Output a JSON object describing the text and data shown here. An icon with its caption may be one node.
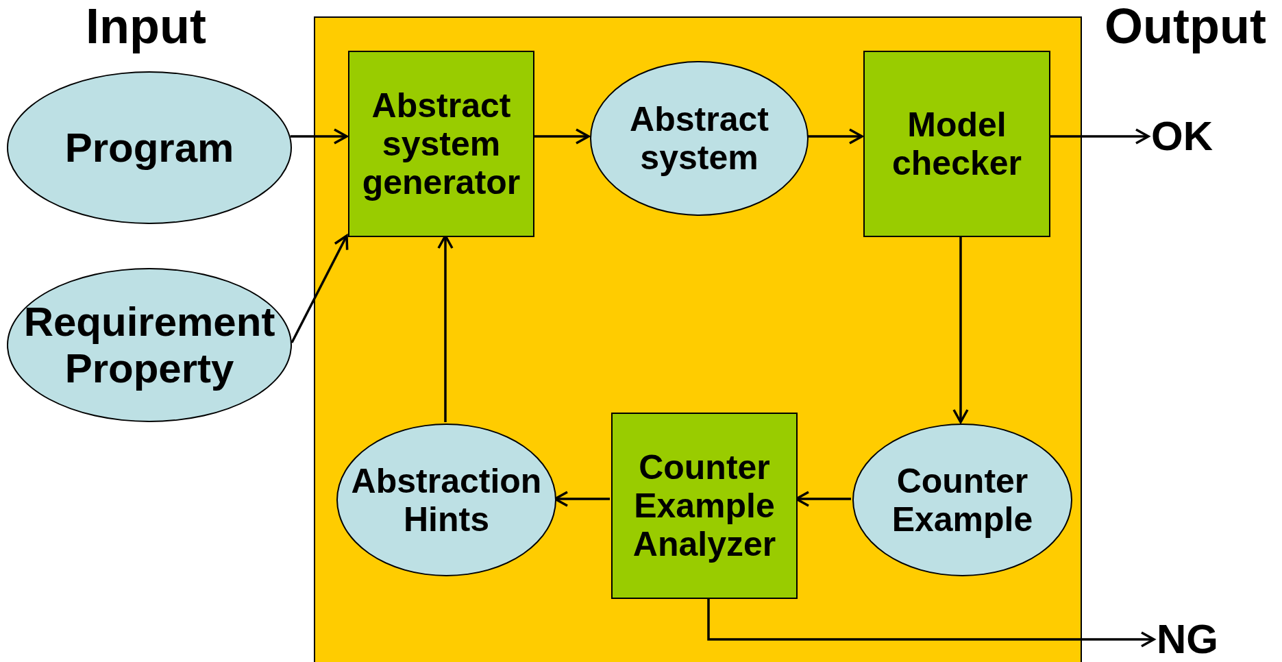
{
  "diagram": {
    "nodes": [
      {
        "text": [],
        "shape": "box"
      },
      {
        "text": [
          "Program"
        ]
      },
      {
        "text": [
          "Requirement Property"
        ]
      },
      {
        "text": [
          "Abstract system generator"
        ],
        "in": 0
      },
      {
        "text": [
          "Abstract system"
        ],
        "in": 0
      },
      {
        "text": [
          "Model checker"
        ],
        "in": 0
      },
      {
        "text": [
          "OK"
        ]
      },
      {
        "text": [
          "Counter Example"
        ],
        "in": 0
      },
      {
        "text": [
          "Counter Example Analyzer"
        ],
        "in": 0
      },
      {
        "text": [
          "Abstraction Hints"
        ],
        "in": 0
      },
      {
        "text": [
          "NG"
        ]
      }
    ],
    "edges": [
      {
        "from": 1,
        "to": 3,
        "arrow": "to"
      },
      {
        "from": 2,
        "to": 3,
        "arrow": "to"
      },
      {
        "from": 3,
        "to": 4,
        "arrow": "to"
      },
      {
        "from": 4,
        "to": 5,
        "arrow": "to"
      },
      {
        "from": 5,
        "to": 6,
        "arrow": "to"
      },
      {
        "from": 5,
        "to": 7,
        "arrow": "to"
      },
      {
        "from": 7,
        "to": 8,
        "arrow": "to"
      },
      {
        "from": 8,
        "to": 9,
        "arrow": "to"
      },
      {
        "from": 9,
        "to": 3,
        "arrow": "to"
      },
      {
        "from": 8,
        "to": 10,
        "arrow": "to"
      }
    ],
    "labels": [
      "Input",
      "Output"
    ]
  }
}
